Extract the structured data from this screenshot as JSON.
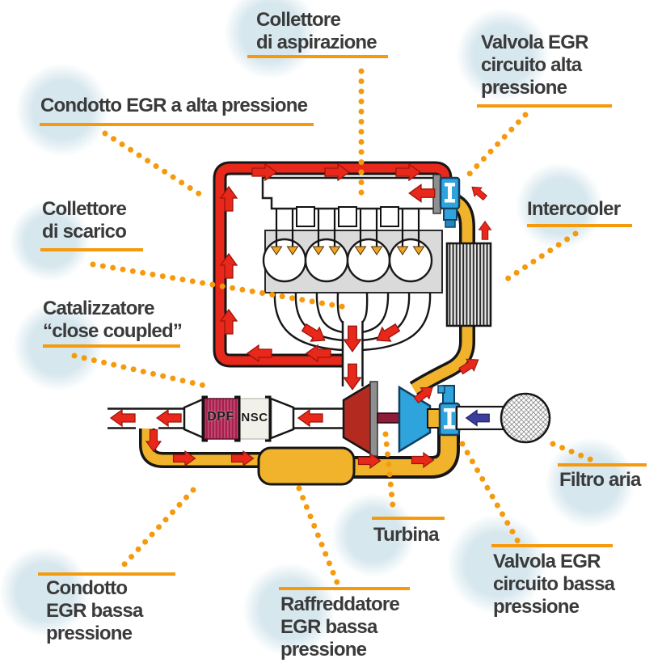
{
  "labels": {
    "collettore_aspirazione": {
      "text": "Collettore\ndi aspirazione"
    },
    "valvola_egr_alta": {
      "text": "Valvola EGR\ncircuito alta\npressione"
    },
    "condotto_egr_alta": {
      "text": "Condotto EGR a alta pressione"
    },
    "intercooler": {
      "text": "Intercooler"
    },
    "collettore_scarico": {
      "text": "Collettore\ndi scarico"
    },
    "catalizzatore": {
      "text": "Catalizzatore\n“close coupled”"
    },
    "filtro_aria": {
      "text": "Filtro aria"
    },
    "turbina": {
      "text": "Turbina"
    },
    "valvola_egr_bassa": {
      "text": "Valvola EGR\ncircuito bassa\npressione"
    },
    "condotto_egr_bassa": {
      "text": "Condotto\nEGR bassa\npressione"
    },
    "raffreddatore_egr_bassa": {
      "text": "Raffreddatore\nEGR bassa\npressione"
    }
  },
  "component_markings": {
    "dpf": "DPF",
    "nsc": "NSC"
  },
  "colors": {
    "high_pressure_circuit_red": "#e8281b",
    "low_pressure_circuit_yellow": "#f0b32b",
    "valve_compressor_blue": "#2ea3dc",
    "turbine_dark_red": "#b32a20",
    "dpf_maroon": "#a9204d",
    "callout_orange": "#f59a0d",
    "label_text_gray": "#3a3a3a",
    "label_blob_blue": "#d6e7ee",
    "engine_block_gray": "#dadada",
    "fresh_air_arrow_blue": "#3b3e9b"
  }
}
